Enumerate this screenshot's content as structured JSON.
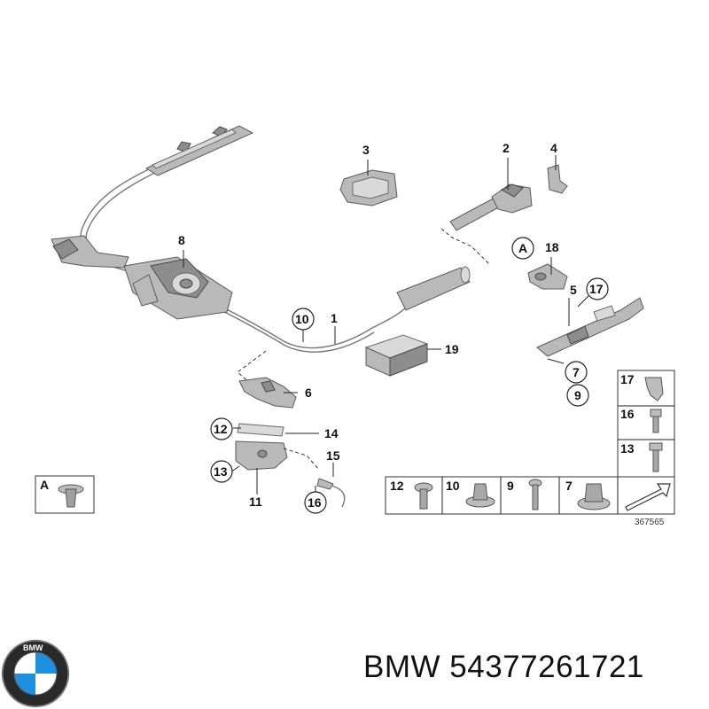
{
  "callouts": {
    "c1": "1",
    "c2": "2",
    "c3": "3",
    "c4": "4",
    "c5": "5",
    "c6": "6",
    "c7": "7",
    "c8": "8",
    "c9": "9",
    "c10": "10",
    "c11": "11",
    "c12": "12",
    "c13": "13",
    "c14": "14",
    "c15": "15",
    "c16": "16",
    "c17": "17",
    "c18": "18",
    "c19": "19",
    "cA": "A"
  },
  "legend": {
    "a": "A",
    "bottom_row": [
      "12",
      "10",
      "9",
      "7"
    ],
    "right_column": [
      "17",
      "16",
      "13"
    ]
  },
  "diagram_number": "367565",
  "footer": {
    "brand": "BMW",
    "part_number": "54377261721"
  },
  "logo": {
    "text": "BMW"
  }
}
